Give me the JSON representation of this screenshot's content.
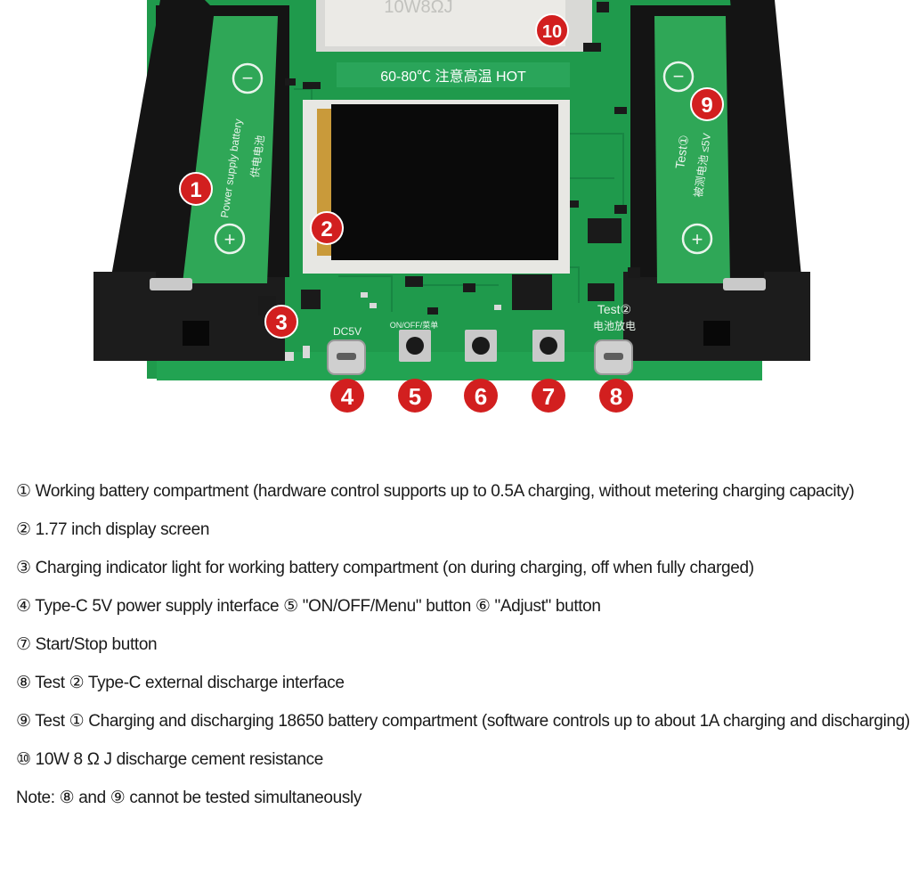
{
  "board": {
    "heat_warning": "60-80℃ 注意高温 HOT",
    "resistor_marking": "10W8ΩJ",
    "left_compartment": {
      "polarity_top": "−",
      "polarity_bottom": "+",
      "label_en": "Power supply battery",
      "label_cn": "供电电池"
    },
    "right_compartment": {
      "polarity_top": "−",
      "polarity_bottom": "+",
      "label_en": "Test①",
      "label_cn": "被测电池 ≤5V"
    },
    "left_port_label": "DC5V",
    "right_port_label_en": "Test②",
    "right_port_label_cn": "电池放电",
    "button_silk": "ON/OFF/菜单"
  },
  "callouts": [
    "1",
    "2",
    "3",
    "4",
    "5",
    "6",
    "7",
    "8",
    "9",
    "10"
  ],
  "legend": [
    "① Working battery compartment (hardware control supports up to 0.5A charging, without metering charging capacity)",
    "② 1.77 inch display screen",
    "③ Charging indicator light for working battery compartment (on during charging, off when fully charged)",
    "④ Type-C 5V power supply interface ⑤ \"ON/OFF/Menu\" button ⑥ \"Adjust\" button",
    "⑦ Start/Stop button",
    "⑧ Test ② Type-C external discharge interface",
    "⑨ Test ① Charging and discharging 18650 battery compartment (software controls up to about 1A charging and discharging)",
    "⑩ 10W 8 Ω J discharge cement resistance",
    "Note: ⑧ and ⑨ cannot be tested simultaneously"
  ],
  "colors": {
    "pcb": "#1f9a4c",
    "holder": "#1c1c1c",
    "callout": "#d21f1f"
  }
}
